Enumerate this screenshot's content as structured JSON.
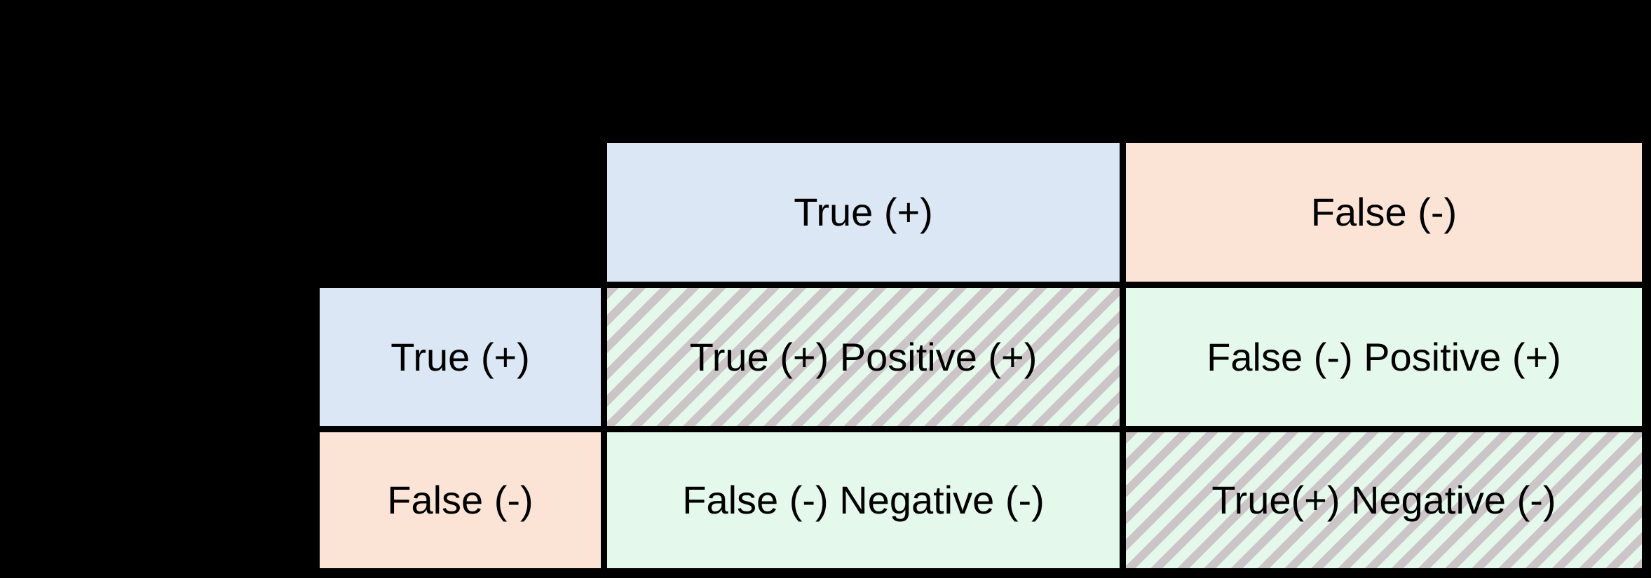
{
  "matrix": {
    "column_headers": [
      {
        "label": "True (+)"
      },
      {
        "label": "False (-)"
      }
    ],
    "row_headers": [
      {
        "label": "True (+)"
      },
      {
        "label": "False (-)"
      }
    ],
    "cells": {
      "true_positive": {
        "label": "True (+) Positive (+)",
        "hatched": true
      },
      "false_positive": {
        "label": "False (-) Positive (+)",
        "hatched": false
      },
      "false_negative": {
        "label": "False (-) Negative (-)",
        "hatched": false
      },
      "true_negative": {
        "label": "True(+) Negative (-)",
        "hatched": true
      }
    },
    "colors": {
      "true_header": "#dbe7f4",
      "false_header": "#fbe4d6",
      "outcome_cell": "#e5f8ec",
      "hatch_stripe": "#ccc5c8",
      "border": "#000000",
      "background": "#000000",
      "text": "#000000"
    }
  }
}
